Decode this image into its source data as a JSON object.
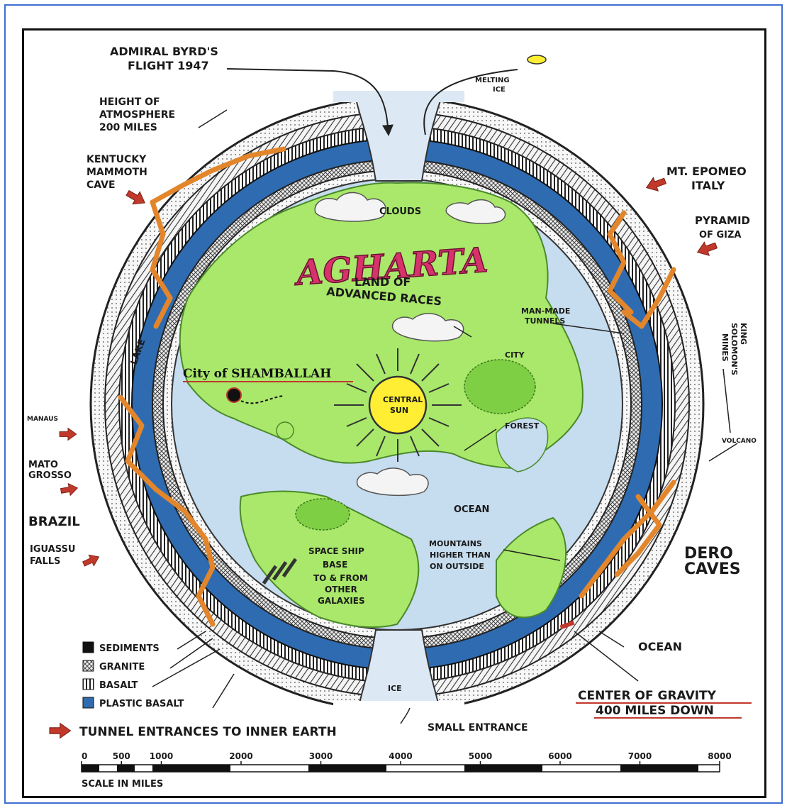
{
  "colors": {
    "frame": "#3f6fd1",
    "sky": "#dce9f5",
    "ocean": "#c6dcef",
    "land": "#a9e86a",
    "land_light": "#c9f29c",
    "plastic_basalt": "#2f6bb0",
    "tunnel": "#e3862b",
    "arrow": "#c0392b",
    "sun": "#ffee33",
    "title": "#d6336c",
    "shamballah_underline": "#c0392b",
    "gravity_underline": "#c0392b"
  },
  "labels": {
    "byrd": [
      "ADMIRAL BYRD'S",
      "FLIGHT 1947"
    ],
    "atmosphere": [
      "HEIGHT OF",
      "ATMOSPHERE",
      "200 MILES"
    ],
    "kentucky": [
      "KENTUCKY",
      "MAMMOTH",
      "CAVE"
    ],
    "melting_ice": [
      "MELTING",
      "ICE"
    ],
    "epomeo": [
      "MT. EPOMEO",
      "ITALY"
    ],
    "giza": [
      "PYRAMID",
      "OF GIZA"
    ],
    "clouds": "CLOUDS",
    "title": "AGHARTA",
    "subtitle": [
      "LAND OF",
      "ADVANCED RACES"
    ],
    "tunnels": [
      "MAN-MADE",
      "TUNNELS"
    ],
    "king_solomons": [
      "KING",
      "SOLOMON'S",
      "MINES"
    ],
    "city": "CITY",
    "lake": "LAKE",
    "shamballah": "City of SHAMBALLAH",
    "sun": [
      "CENTRAL",
      "SUN"
    ],
    "forest": "FOREST",
    "manaus": "MANAUS",
    "volcano": "VOLCANO",
    "mato_grosso": [
      "MATO",
      "GROSSO"
    ],
    "ocean_inner": "OCEAN",
    "brazil": "BRAZIL",
    "iguassu": [
      "IGUASSU",
      "FALLS"
    ],
    "space_ship": [
      "SPACE SHIP",
      "BASE",
      "TO & FROM",
      "OTHER",
      "GALAXIES"
    ],
    "mountains": [
      "MOUNTAINS",
      "HIGHER THAN",
      "ON OUTSIDE"
    ],
    "dero": [
      "DERO",
      "CAVES"
    ],
    "ocean_outer": "OCEAN",
    "gravity": [
      "CENTER OF GRAVITY",
      "400 MILES DOWN"
    ],
    "ice": "ICE",
    "small_entrance": "SMALL ENTRANCE",
    "tunnel_entrances": "TUNNEL ENTRANCES TO INNER EARTH"
  },
  "legend": [
    {
      "swatch": "black",
      "label": "SEDIMENTS"
    },
    {
      "swatch": "hatched",
      "label": "GRANITE"
    },
    {
      "swatch": "striped",
      "label": "BASALT"
    },
    {
      "swatch": "blue",
      "label": "PLASTIC BASALT"
    }
  ],
  "scale": {
    "ticks": [
      "0",
      "500",
      "1000",
      "2000",
      "3000",
      "4000",
      "5000",
      "6000",
      "7000",
      "8000"
    ],
    "caption": "SCALE IN MILES"
  }
}
